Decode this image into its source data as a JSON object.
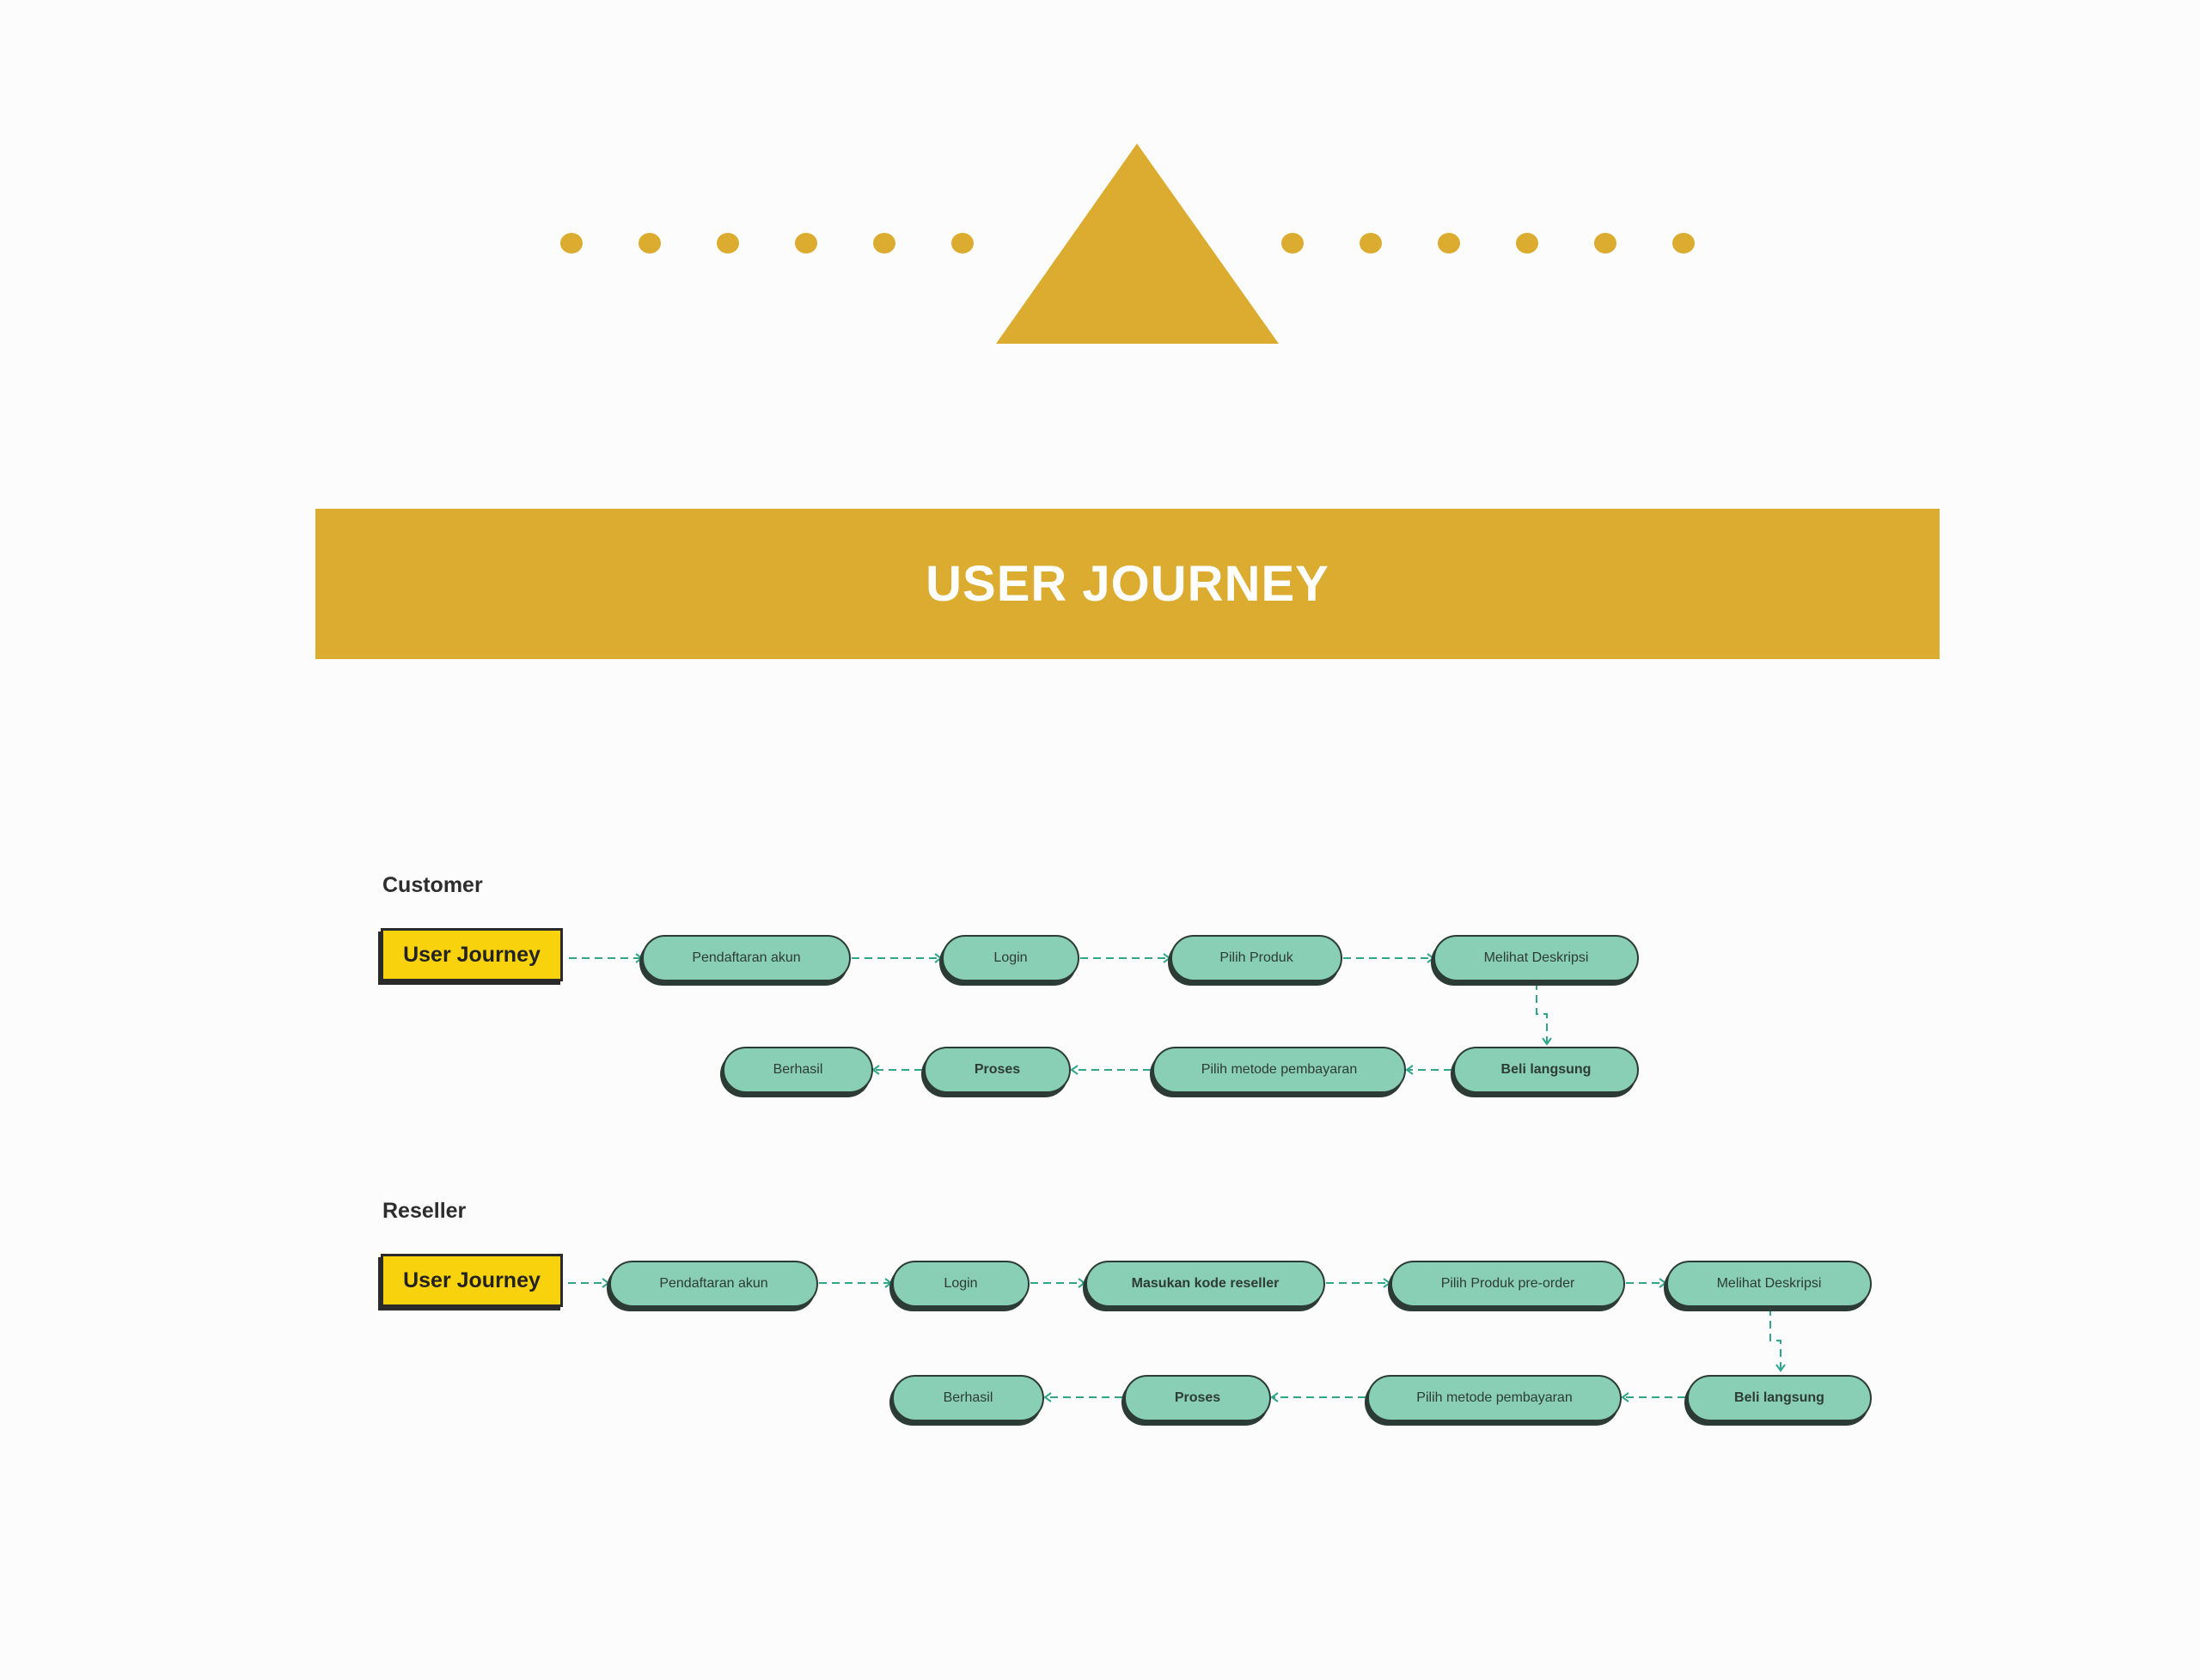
{
  "banner": {
    "title": "USER JOURNEY"
  },
  "colors": {
    "gold": "#dbac2f",
    "start_box": "#f9d20e",
    "step_fill": "#88cfb5",
    "connector": "#2fa58a"
  },
  "customer": {
    "label": "Customer",
    "start": "User Journey",
    "steps": [
      "Pendaftaran akun",
      "Login",
      "Pilih Produk",
      "Melihat Deskripsi",
      "Beli langsung",
      "Pilih metode pembayaran",
      "Proses",
      "Berhasil"
    ]
  },
  "reseller": {
    "label": "Reseller",
    "start": "User Journey",
    "steps": [
      "Pendaftaran akun",
      "Login",
      "Masukan kode reseller",
      "Pilih Produk pre-order",
      "Melihat Deskripsi",
      "Beli langsung",
      "Pilih metode pembayaran",
      "Proses",
      "Berhasil"
    ]
  }
}
